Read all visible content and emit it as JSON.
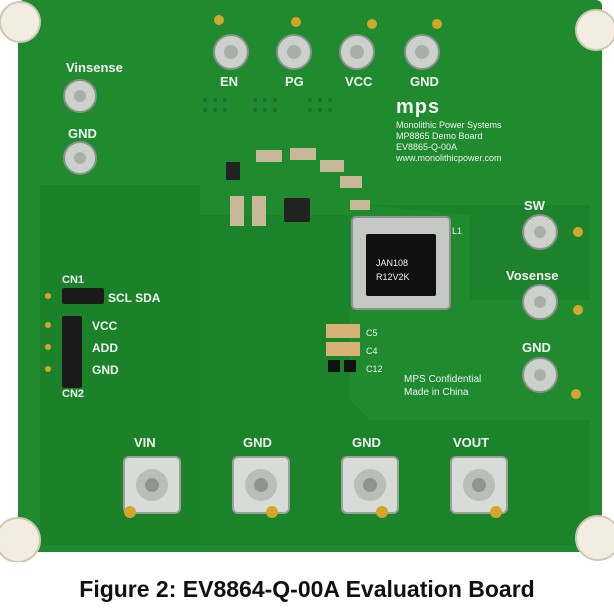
{
  "board": {
    "silkscreen": {
      "top_connectors": [
        "EN",
        "PG",
        "VCC",
        "GND"
      ],
      "left_labels": [
        "Vinsense",
        "GND"
      ],
      "right_labels": [
        "SW",
        "Vosense",
        "GND"
      ],
      "bottom_labels": [
        "VIN",
        "GND",
        "GND",
        "VOUT"
      ],
      "logo": "mps",
      "info_lines": [
        "Monolithic Power Systems",
        "MP8865 Demo Board",
        "EV8865-Q-00A",
        "www.monolithicpower.com"
      ],
      "confidential_lines": [
        "MPS Confidential",
        "Made in China"
      ],
      "header_labels": {
        "cn1": "CN1",
        "scl_sda": "SCL SDA",
        "vcc": "VCC",
        "add": "ADD",
        "gnd": "GND",
        "cn2": "CN2"
      },
      "component_refs": {
        "l1": "L1",
        "c5": "C5",
        "c4": "C4",
        "c12": "C12"
      },
      "inductor_marking": [
        "JAN108",
        "R12V2K"
      ]
    },
    "colors": {
      "pcb": "#1f8a2e",
      "pcb_dark": "#16702a",
      "silkscreen": "#f2f2f2",
      "gold": "#d4a62a",
      "standoff": "#f2ede0"
    }
  },
  "caption": "Figure 2: EV8864-Q-00A Evaluation Board"
}
